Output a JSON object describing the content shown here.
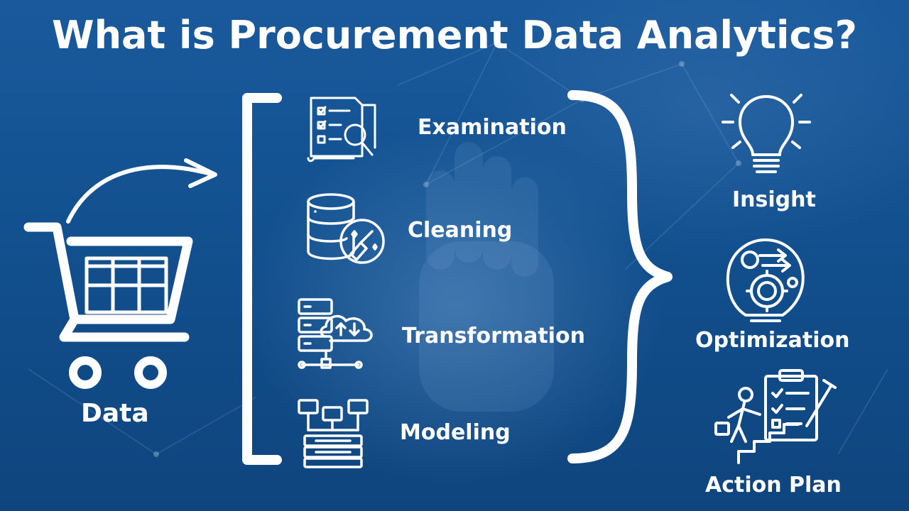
{
  "title": "What is Procurement Data Analytics?",
  "input": {
    "label": "Data"
  },
  "steps": [
    {
      "label": "Examination",
      "icon": "document-magnifier-icon"
    },
    {
      "label": "Cleaning",
      "icon": "database-broom-icon"
    },
    {
      "label": "Transformation",
      "icon": "server-cloud-icon"
    },
    {
      "label": "Modeling",
      "icon": "hierarchy-model-icon"
    }
  ],
  "outcomes": [
    {
      "label": "Insight",
      "icon": "lightbulb-icon"
    },
    {
      "label": "Optimization",
      "icon": "gear-lightbulb-icon"
    },
    {
      "label": "Action Plan",
      "icon": "climbing-checklist-icon"
    }
  ],
  "colors": {
    "background": "#134d8a",
    "foreground": "#ffffff"
  }
}
